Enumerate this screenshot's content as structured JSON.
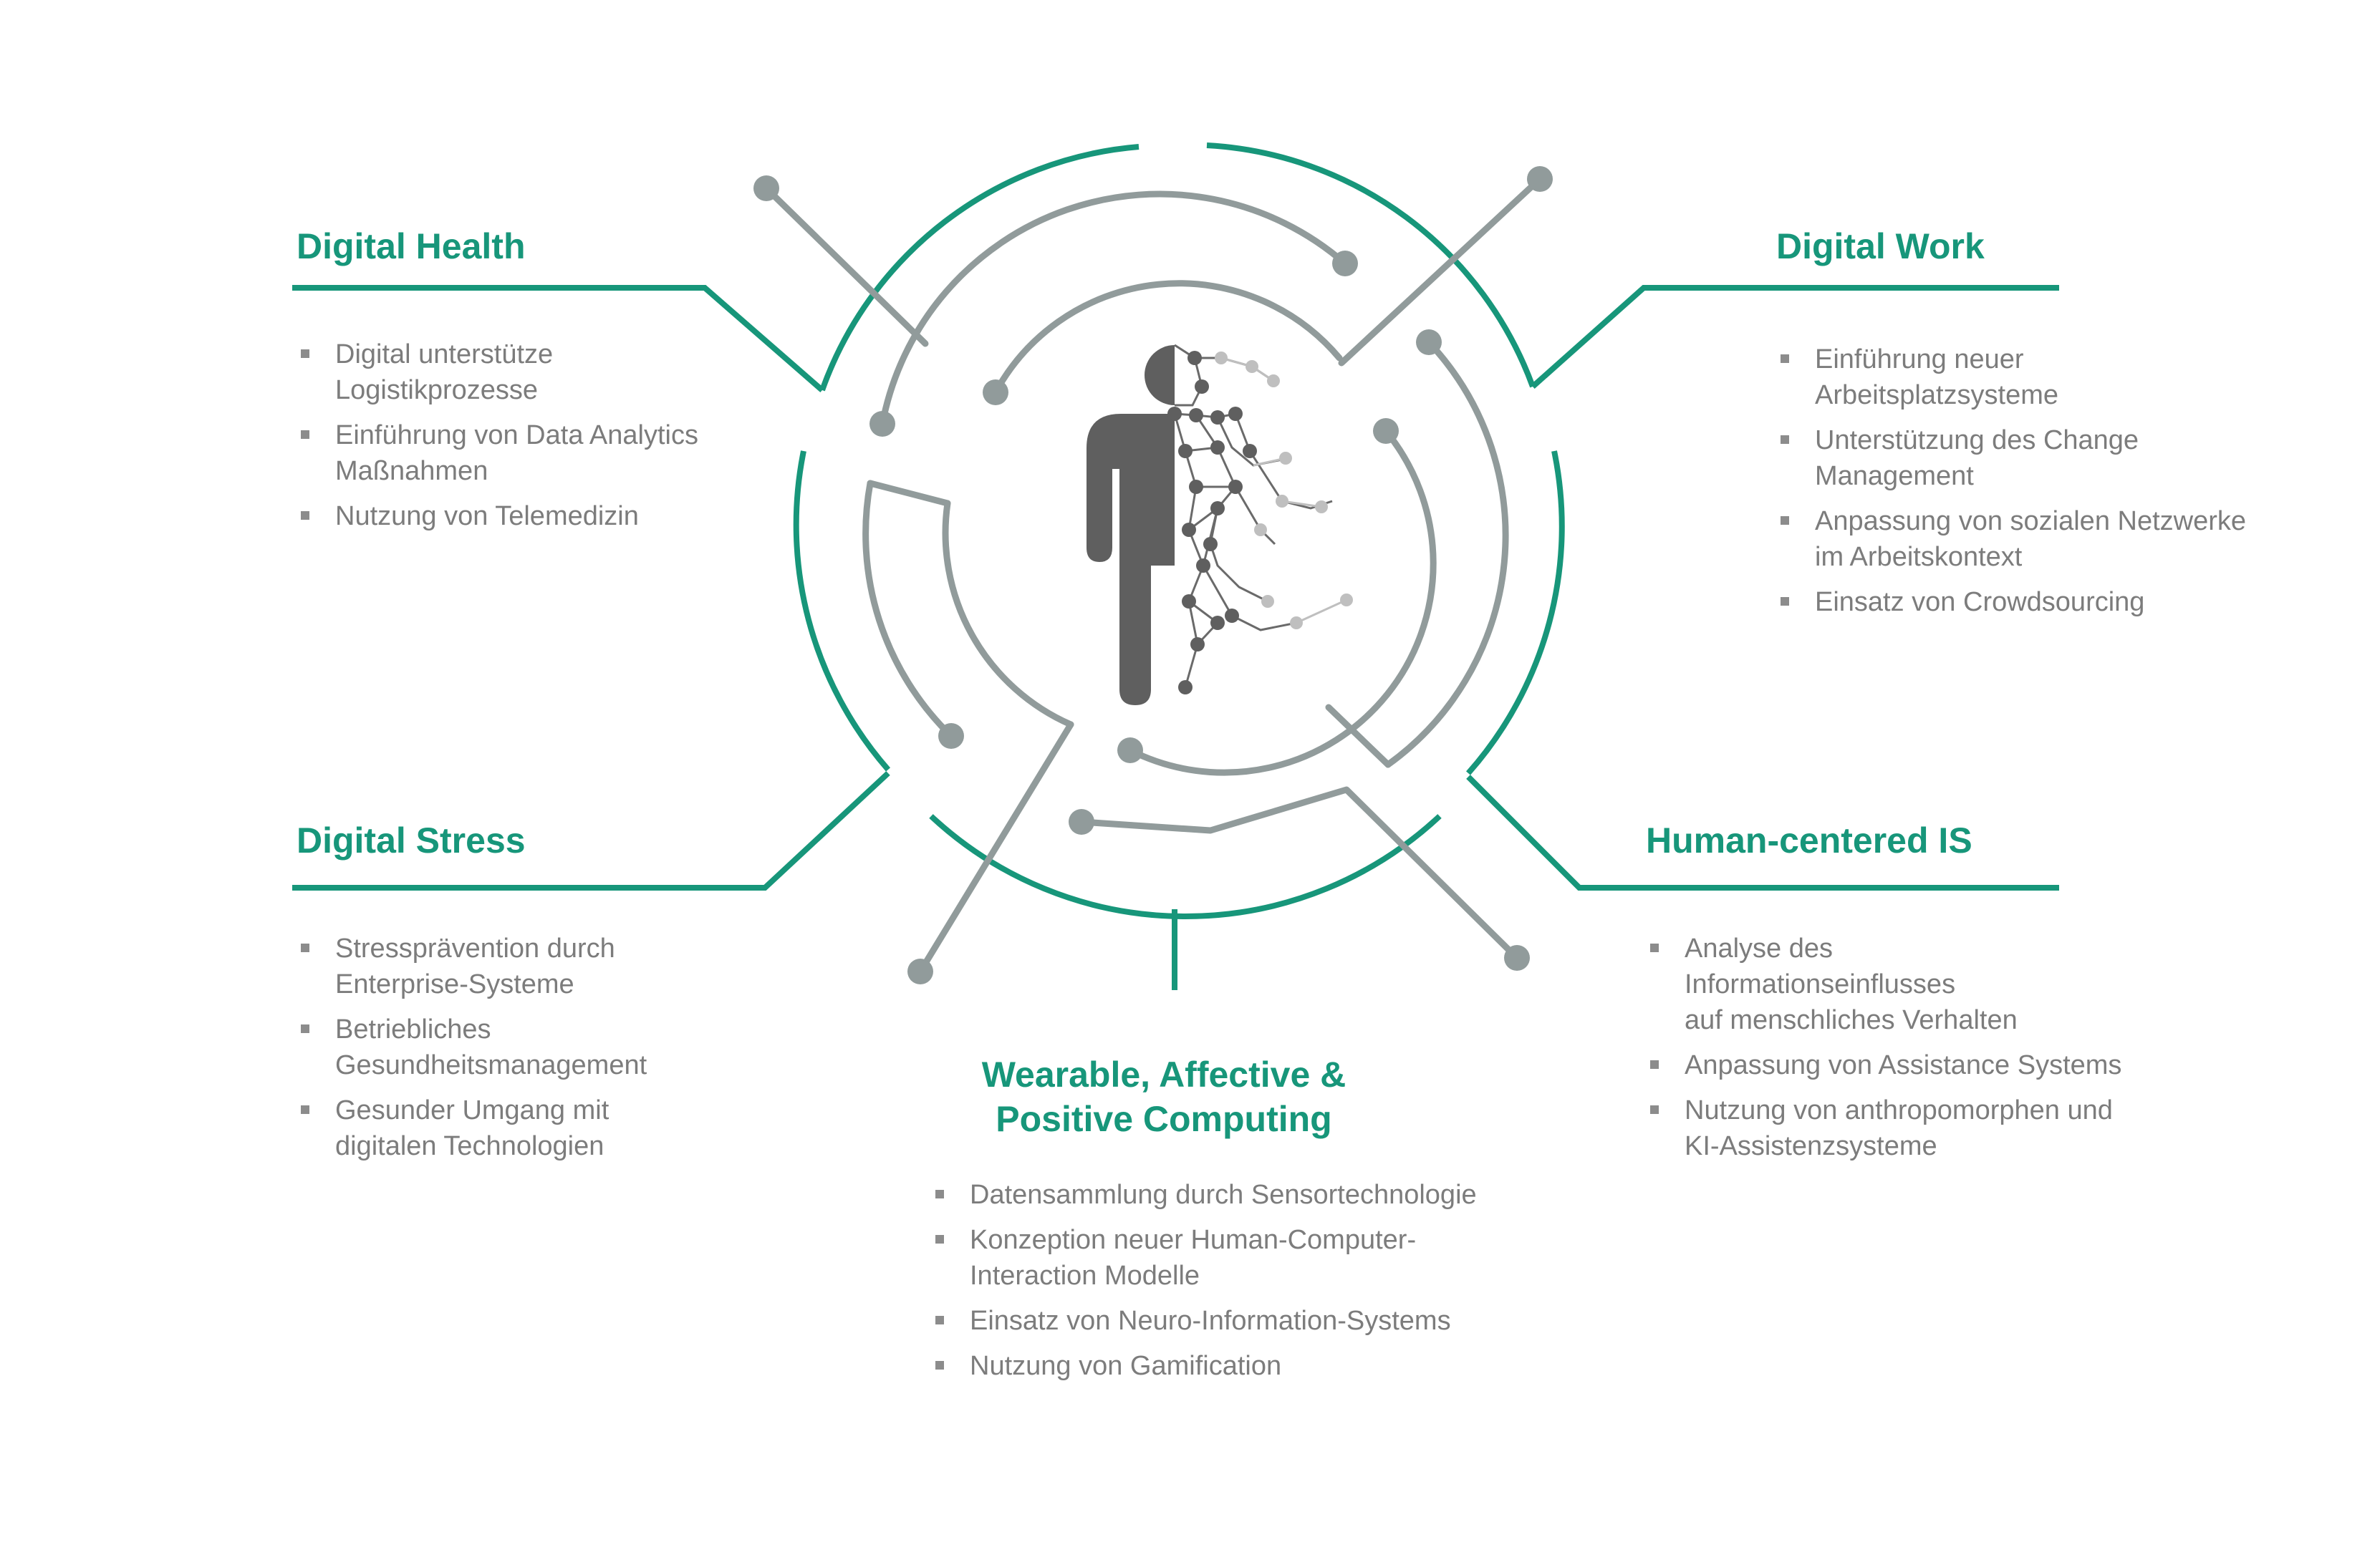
{
  "colors": {
    "accent_green": "#17967a",
    "circuit_gray": "#919b9b",
    "figure_gray": "#5f5f5f",
    "text_gray": "#7c7c7c"
  },
  "center_icon": "human-ai-figure-icon",
  "sections": {
    "digital_health": {
      "title": "Digital Health",
      "items": [
        "Digital unterstütze\nLogistikprozesse",
        "Einführung von Data Analytics\nMaßnahmen",
        "Nutzung von Telemedizin"
      ]
    },
    "digital_work": {
      "title": "Digital Work",
      "items": [
        "Einführung neuer\nArbeitsplatzsysteme",
        "Unterstützung des Change\nManagement",
        "Anpassung von sozialen Netzwerke\nim Arbeitskontext",
        "Einsatz von Crowdsourcing"
      ]
    },
    "digital_stress": {
      "title": "Digital Stress",
      "items": [
        "Stressprävention durch\nEnterprise-Systeme",
        "Betriebliches\nGesundheitsmanagement",
        "Gesunder Umgang mit\ndigitalen Technologien"
      ]
    },
    "human_centered": {
      "title": "Human-centered IS",
      "items": [
        "Analyse des\nInformationseinflusses\nauf menschliches Verhalten",
        "Anpassung von Assistance Systems",
        "Nutzung von anthropomorphen und\nKI-Assistenzsysteme"
      ]
    },
    "wearable": {
      "title": "Wearable, Affective &\nPositive Computing",
      "items": [
        "Datensammlung durch Sensortechnologie",
        "Konzeption neuer Human-Computer-\nInteraction Modelle",
        "Einsatz von Neuro-Information-Systems",
        "Nutzung von Gamification"
      ]
    }
  }
}
